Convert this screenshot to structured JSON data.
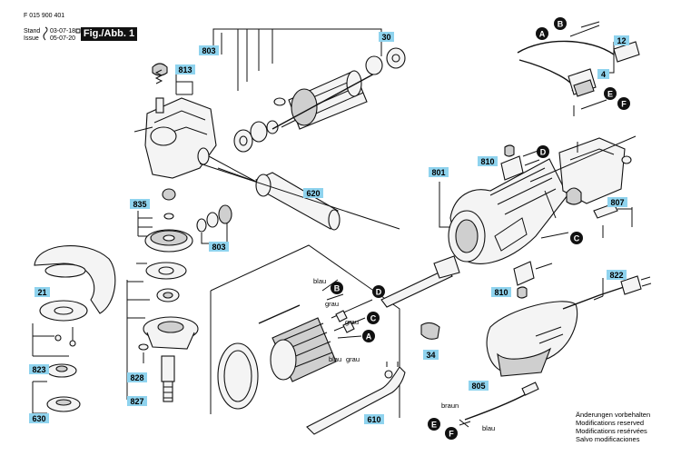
{
  "header": {
    "doc_number": "F 015 900 401",
    "stand_label": "Stand",
    "stand_date": "03-07-18",
    "issue_label": "Issue",
    "issue_date": "05-07-20",
    "figure_label": "Fig./Abb. 1"
  },
  "part_labels": [
    "803",
    "813",
    "30",
    "12",
    "4",
    "835",
    "620",
    "801",
    "810",
    "807",
    "803",
    "21",
    "822",
    "810",
    "823",
    "828",
    "827",
    "34",
    "805",
    "630",
    "610"
  ],
  "wire_texts": {
    "blau": "blau",
    "grau": "grau",
    "braun": "braun"
  },
  "letter_markers": [
    "A",
    "B",
    "C",
    "D",
    "E",
    "F"
  ],
  "notes": [
    "Änderungen vorbehalten",
    "Modifications reserved",
    "Modifications resérvées",
    "Salvo modificaciones"
  ],
  "colors": {
    "label_fill": "#8fd3ee",
    "ink": "#111111"
  }
}
